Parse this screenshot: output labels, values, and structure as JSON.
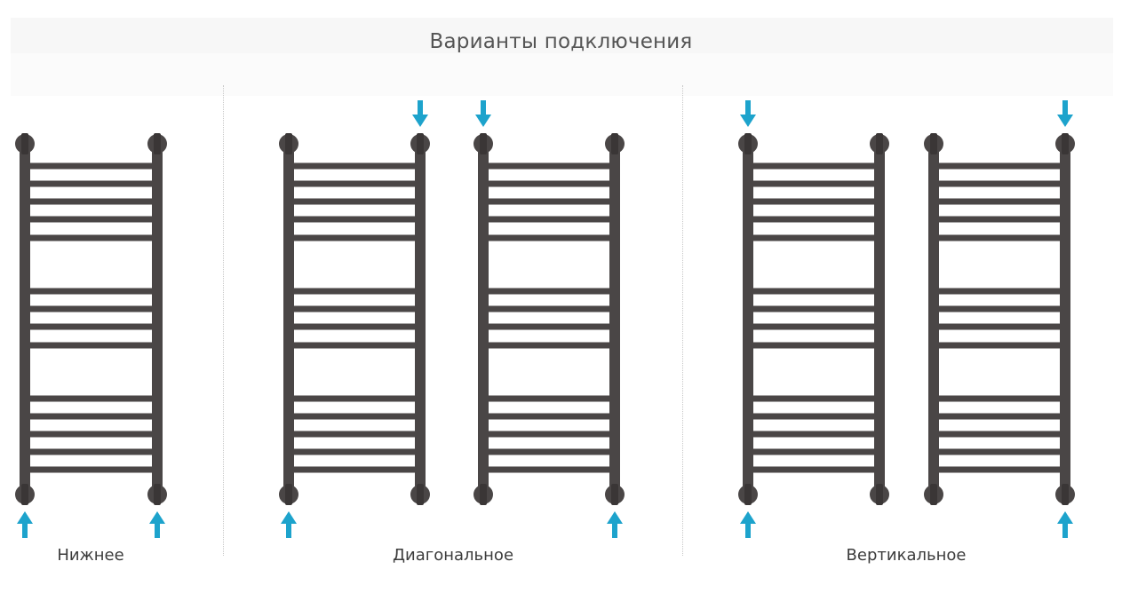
{
  "title": "Варианты подключения",
  "variants": [
    {
      "label": "Нижнее",
      "radiators": [
        {
          "inlets": [
            "bottom-left",
            "bottom-right"
          ]
        }
      ]
    },
    {
      "label": "Диагональное",
      "radiators": [
        {
          "inlets": [
            "top-right",
            "bottom-left"
          ]
        },
        {
          "inlets": [
            "top-left",
            "bottom-right"
          ]
        }
      ]
    },
    {
      "label": "Вертикальное",
      "radiators": [
        {
          "inlets": [
            "top-left",
            "bottom-left"
          ]
        },
        {
          "inlets": [
            "top-right",
            "bottom-right"
          ]
        }
      ]
    }
  ],
  "colors": {
    "pipe": "#4a4646",
    "arrow": "#1da3cc",
    "text": "#555555"
  }
}
